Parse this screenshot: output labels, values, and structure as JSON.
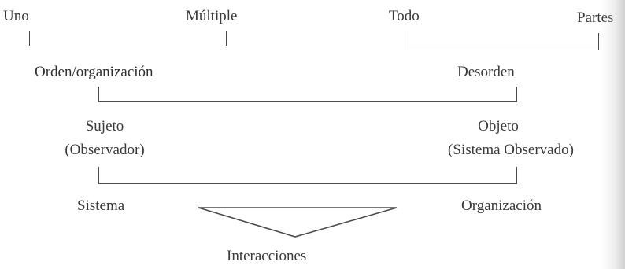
{
  "row1": {
    "left_pair": {
      "start": "Uno",
      "end": "Múltiple"
    },
    "right_pair": {
      "start": "Todo",
      "end": "Partes"
    }
  },
  "row2": {
    "start": "Orden/organización",
    "end": "Desorden"
  },
  "row3": {
    "start_line1": "Sujeto",
    "start_line2": "(Observador)",
    "end_line1": "Objeto",
    "end_line2": "(Sistema Observado)"
  },
  "row4": {
    "start": "Sistema",
    "end": "Organización",
    "bottom": "Interacciones"
  }
}
